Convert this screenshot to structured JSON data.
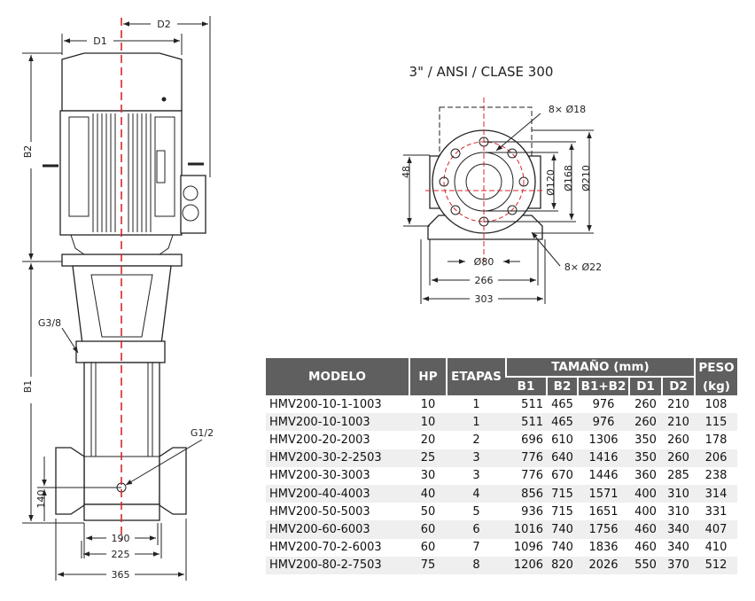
{
  "pump_drawing": {
    "labels": {
      "d1": "D1",
      "d2": "D2",
      "b1": "B1",
      "b2": "B2",
      "g38": "G3/8",
      "g12": "G1/2",
      "h140": "140",
      "w190": "190",
      "w225": "225",
      "w365": "365"
    }
  },
  "flange_drawing": {
    "title": "3\" / ANSI / CLASE 300",
    "labels": {
      "bolts_top": "8× Ø18",
      "bolts_bottom": "8× Ø22",
      "d120": "Ø120",
      "d168": "Ø168",
      "d210": "Ø210",
      "d80": "Ø80",
      "h48": "48",
      "w266": "266",
      "w303": "303"
    }
  },
  "table": {
    "headers": {
      "model": "MODELO",
      "hp": "HP",
      "stages": "ETAPAS",
      "size": "TAMAÑO (mm)",
      "b1": "B1",
      "b2": "B2",
      "b1b2": "B1+B2",
      "d1": "D1",
      "d2": "D2",
      "weight": "PESO",
      "weight_unit": "(kg)"
    },
    "rows": [
      [
        "HMV200-10-1-1003",
        "10",
        "1",
        "511",
        "465",
        "976",
        "260",
        "210",
        "108"
      ],
      [
        "HMV200-10-1003",
        "10",
        "1",
        "511",
        "465",
        "976",
        "260",
        "210",
        "115"
      ],
      [
        "HMV200-20-2003",
        "20",
        "2",
        "696",
        "610",
        "1306",
        "350",
        "260",
        "178"
      ],
      [
        "HMV200-30-2-2503",
        "25",
        "3",
        "776",
        "640",
        "1416",
        "350",
        "260",
        "206"
      ],
      [
        "HMV200-30-3003",
        "30",
        "3",
        "776",
        "670",
        "1446",
        "360",
        "285",
        "238"
      ],
      [
        "HMV200-40-4003",
        "40",
        "4",
        "856",
        "715",
        "1571",
        "400",
        "310",
        "314"
      ],
      [
        "HMV200-50-5003",
        "50",
        "5",
        "936",
        "715",
        "1651",
        "400",
        "310",
        "331"
      ],
      [
        "HMV200-60-6003",
        "60",
        "6",
        "1016",
        "740",
        "1756",
        "460",
        "340",
        "407"
      ],
      [
        "HMV200-70-2-6003",
        "60",
        "7",
        "1096",
        "740",
        "1836",
        "460",
        "340",
        "410"
      ],
      [
        "HMV200-80-2-7503",
        "75",
        "8",
        "1206",
        "820",
        "2026",
        "550",
        "370",
        "512"
      ]
    ]
  },
  "colors": {
    "header_bg": "#5f5f5f",
    "alt_row": "#efefef",
    "centerline": "#d9262b"
  }
}
